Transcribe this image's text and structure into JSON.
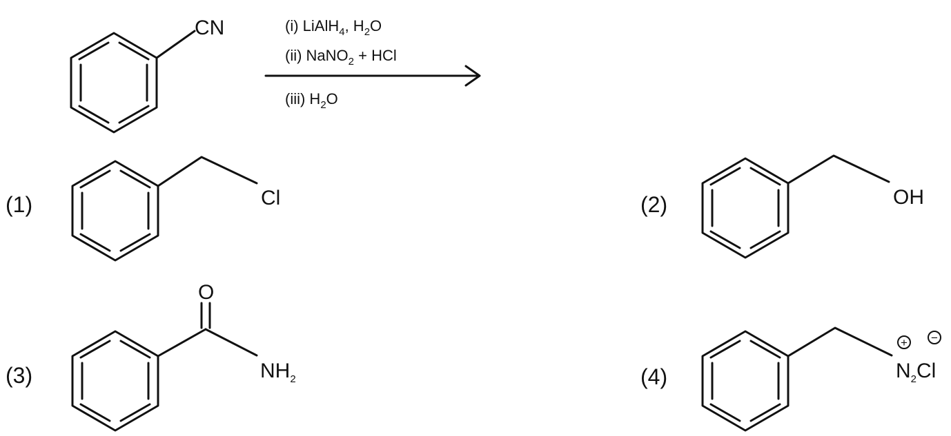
{
  "reactant": {
    "group": "CN"
  },
  "conditions": {
    "step1": {
      "prefix": "(i) LiAlH",
      "sub": "4",
      "suffix": ", H",
      "sub2": "2",
      "end": "O"
    },
    "step2": {
      "prefix": "(ii) NaNO",
      "sub": "2",
      "suffix": " + HCl"
    },
    "step3": {
      "prefix": "(iii) H",
      "sub": "2",
      "suffix": "O"
    }
  },
  "options": [
    {
      "number": "(1)",
      "group": "Cl"
    },
    {
      "number": "(2)",
      "group": "OH"
    },
    {
      "number": "(3)",
      "carbonyl_o": "O",
      "amine": "NH",
      "amine_sub": "2"
    },
    {
      "number": "(4)",
      "diazo": "N",
      "diazo_sub": "2",
      "counter": "Cl",
      "plus": "+",
      "minus": "−"
    }
  ]
}
